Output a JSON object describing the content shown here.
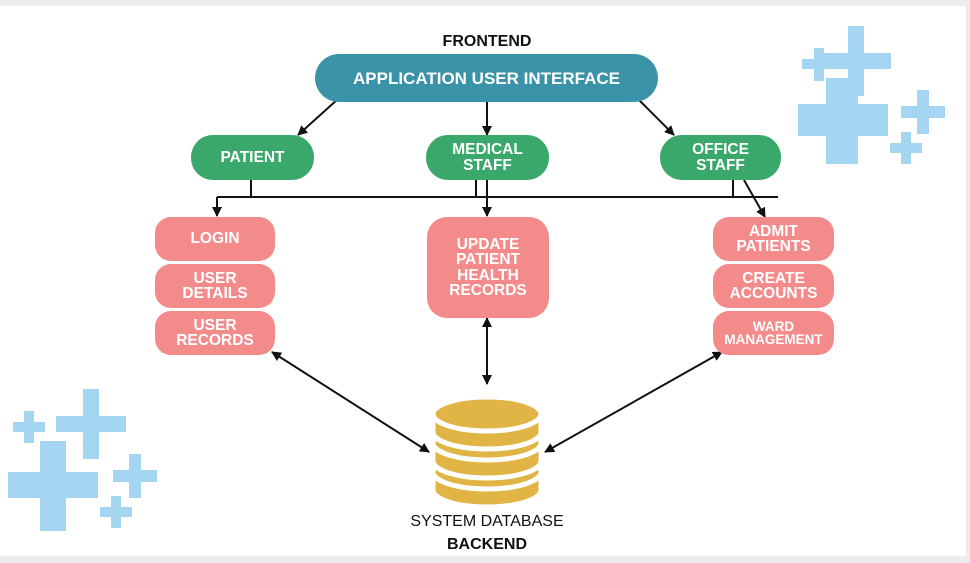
{
  "frontend_label": "FRONTEND",
  "app_ui": "APPLICATION USER INTERFACE",
  "roles": {
    "patient": "PATIENT",
    "medical_staff": "MEDICAL\nSTAFF",
    "office_staff": "OFFICE\nSTAFF"
  },
  "patient_functions": {
    "login": "LOGIN",
    "user_details": "USER\nDETAILS",
    "user_records": "USER\nRECORDS"
  },
  "medical_functions": {
    "update_records": "UPDATE\nPATIENT\nHEALTH\nRECORDS"
  },
  "office_functions": {
    "admit_patients": "ADMIT\nPATIENTS",
    "create_accounts": "CREATE\nACCOUNTS",
    "ward_management": "WARD\nMANAGEMENT"
  },
  "database_label": "SYSTEM DATABASE",
  "backend_label": "BACKEND",
  "colors": {
    "teal": "#3a93a8",
    "green": "#3aa86a",
    "pink": "#f48b8b",
    "database": "#e0b445",
    "plus_decoration": "#a4d6f2"
  }
}
